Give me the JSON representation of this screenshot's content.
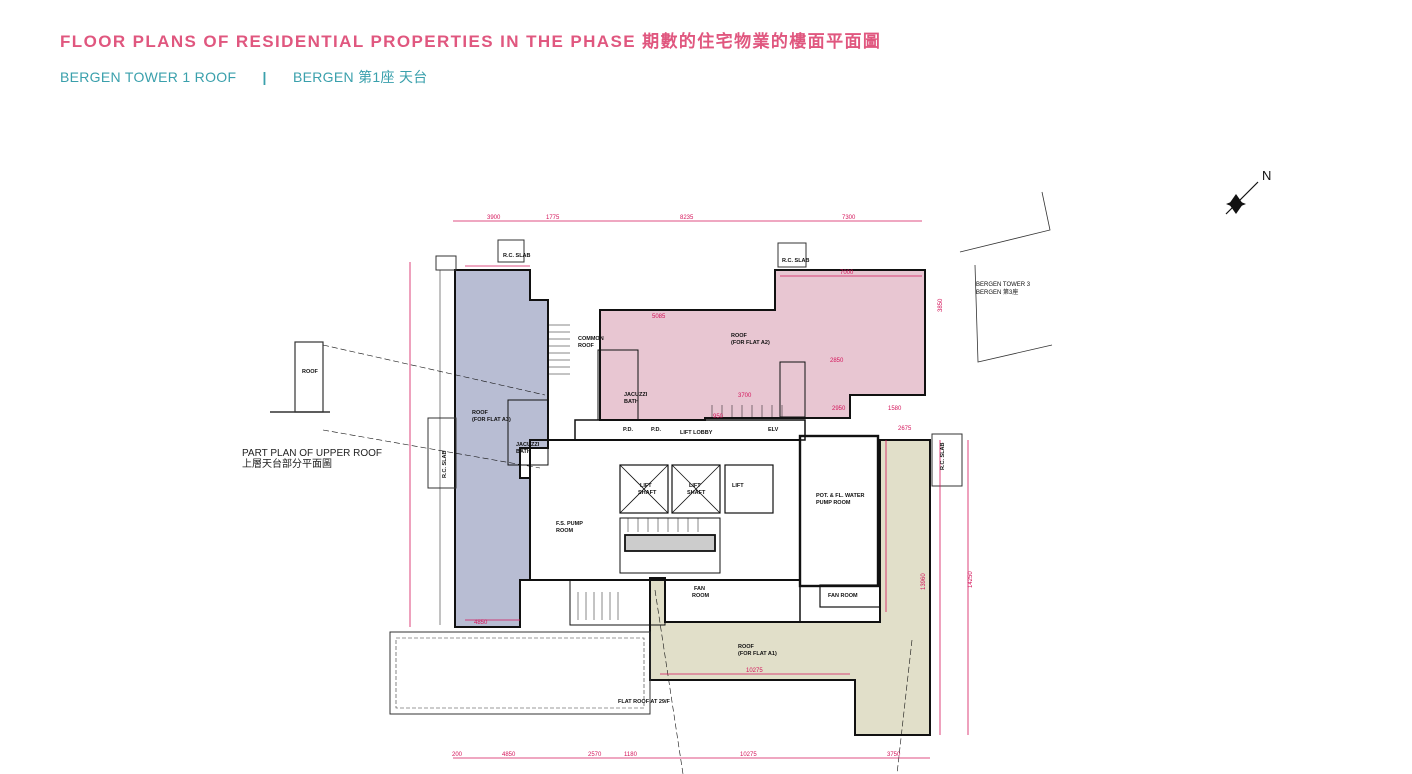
{
  "header": {
    "title": "FLOOR PLANS OF RESIDENTIAL PROPERTIES IN THE PHASE 期數的住宅物業的樓面平面圖",
    "subtitle_en": "BERGEN TOWER 1  ROOF",
    "separator": "|",
    "subtitle_zh": "BERGEN 第1座 天台"
  },
  "compass": {
    "north_label": "N"
  },
  "part_plan": {
    "label_en": "PART PLAN OF UPPER ROOF",
    "label_zh": "上層天台部分平面圖",
    "roof_label": "ROOF"
  },
  "neighbour": {
    "line1": "BERGEN TOWER 3",
    "line2": "BERGEN 第3座"
  },
  "rooms": {
    "roof_a3": [
      "ROOF",
      "(FOR FLAT A3)"
    ],
    "roof_a2": [
      "ROOF",
      "(FOR FLAT A2)"
    ],
    "roof_a1": [
      "ROOF",
      "(FOR FLAT A1)"
    ],
    "common_roof": [
      "COMMON",
      "ROOF"
    ],
    "jacuzzi_bath_1": [
      "JACUZZI",
      "BATH"
    ],
    "jacuzzi_bath_2": [
      "JACUZZI",
      "BATH"
    ],
    "lift_lobby": "LIFT LOBBY",
    "lift_shaft_1": [
      "LIFT",
      "SHAFT"
    ],
    "lift_shaft_2": [
      "LIFT",
      "SHAFT"
    ],
    "lift": "LIFT",
    "fs_pump_room": [
      "F.S. PUMP",
      "ROOM"
    ],
    "water_pump_room": [
      "POT. & FL. WATER",
      "PUMP ROOM"
    ],
    "fan_room_1": [
      "FAN",
      "ROOM"
    ],
    "fan_room_2": "FAN ROOM",
    "flat_roof_29f": "FLAT ROOF AT 29/F",
    "rc_slab": "R.C. SLAB",
    "pd": "P.D.",
    "elv": "ELV"
  },
  "dimensions": {
    "top": [
      "3900",
      "1775",
      "8235",
      "7300"
    ],
    "bottom": [
      "200",
      "4850",
      "2570",
      "1180",
      "10275",
      "3750"
    ],
    "right": [
      "14250",
      "13960"
    ],
    "inner": [
      "3850",
      "5085",
      "7000",
      "2850",
      "3700",
      "2950",
      "10275",
      "4850",
      "2675",
      "950",
      "1580"
    ]
  }
}
